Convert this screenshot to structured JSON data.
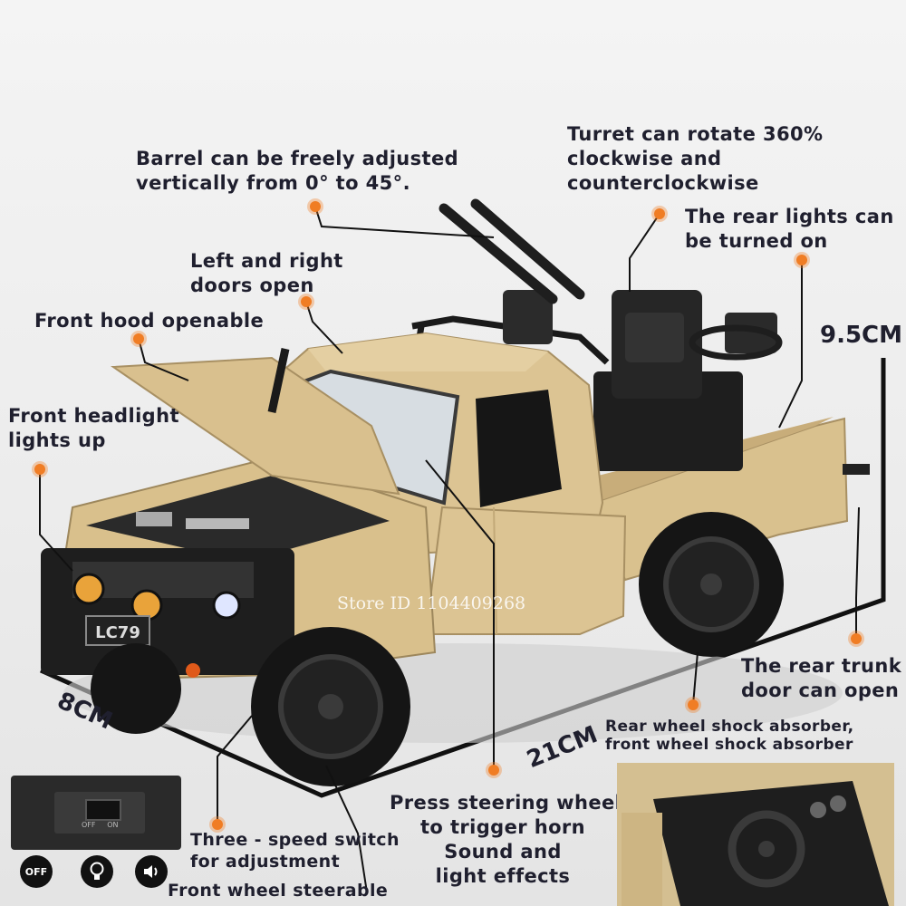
{
  "captions": {
    "barrel": [
      "Barrel can be freely adjusted",
      "vertically from 0° to 45°."
    ],
    "turret": [
      "Turret can rotate 360%",
      "clockwise and",
      "counterclockwise"
    ],
    "rear_lights": [
      "The rear lights can",
      "be turned on"
    ],
    "doors": [
      "Left and right",
      "doors open"
    ],
    "hood": [
      "Front hood openable"
    ],
    "headlight": [
      "Front headlight",
      "lights up"
    ],
    "trunk": [
      "The rear trunk",
      "door can open"
    ],
    "shock": [
      "Rear wheel shock absorber,",
      "front wheel shock absorber"
    ],
    "horn": [
      "Press steering wheel",
      "to trigger horn",
      "Sound and",
      "light effects"
    ],
    "switch": [
      "Three - speed switch",
      "for adjustment"
    ],
    "steer": [
      "Front wheel steerable"
    ]
  },
  "dimensions": {
    "height": "9.5CM",
    "width": "8CM",
    "length": "21CM"
  },
  "plate": "LC79",
  "watermark": "Store ID 1104409268",
  "switch_labels": {
    "off": "OFF",
    "on": "ON"
  },
  "colors": {
    "body": "#dcc493",
    "accent": "#f07d24",
    "dark": "#1b1b1b",
    "text": "#1f1f2e"
  },
  "icons": [
    "off-icon",
    "light-bulb-icon",
    "speaker-icon"
  ]
}
